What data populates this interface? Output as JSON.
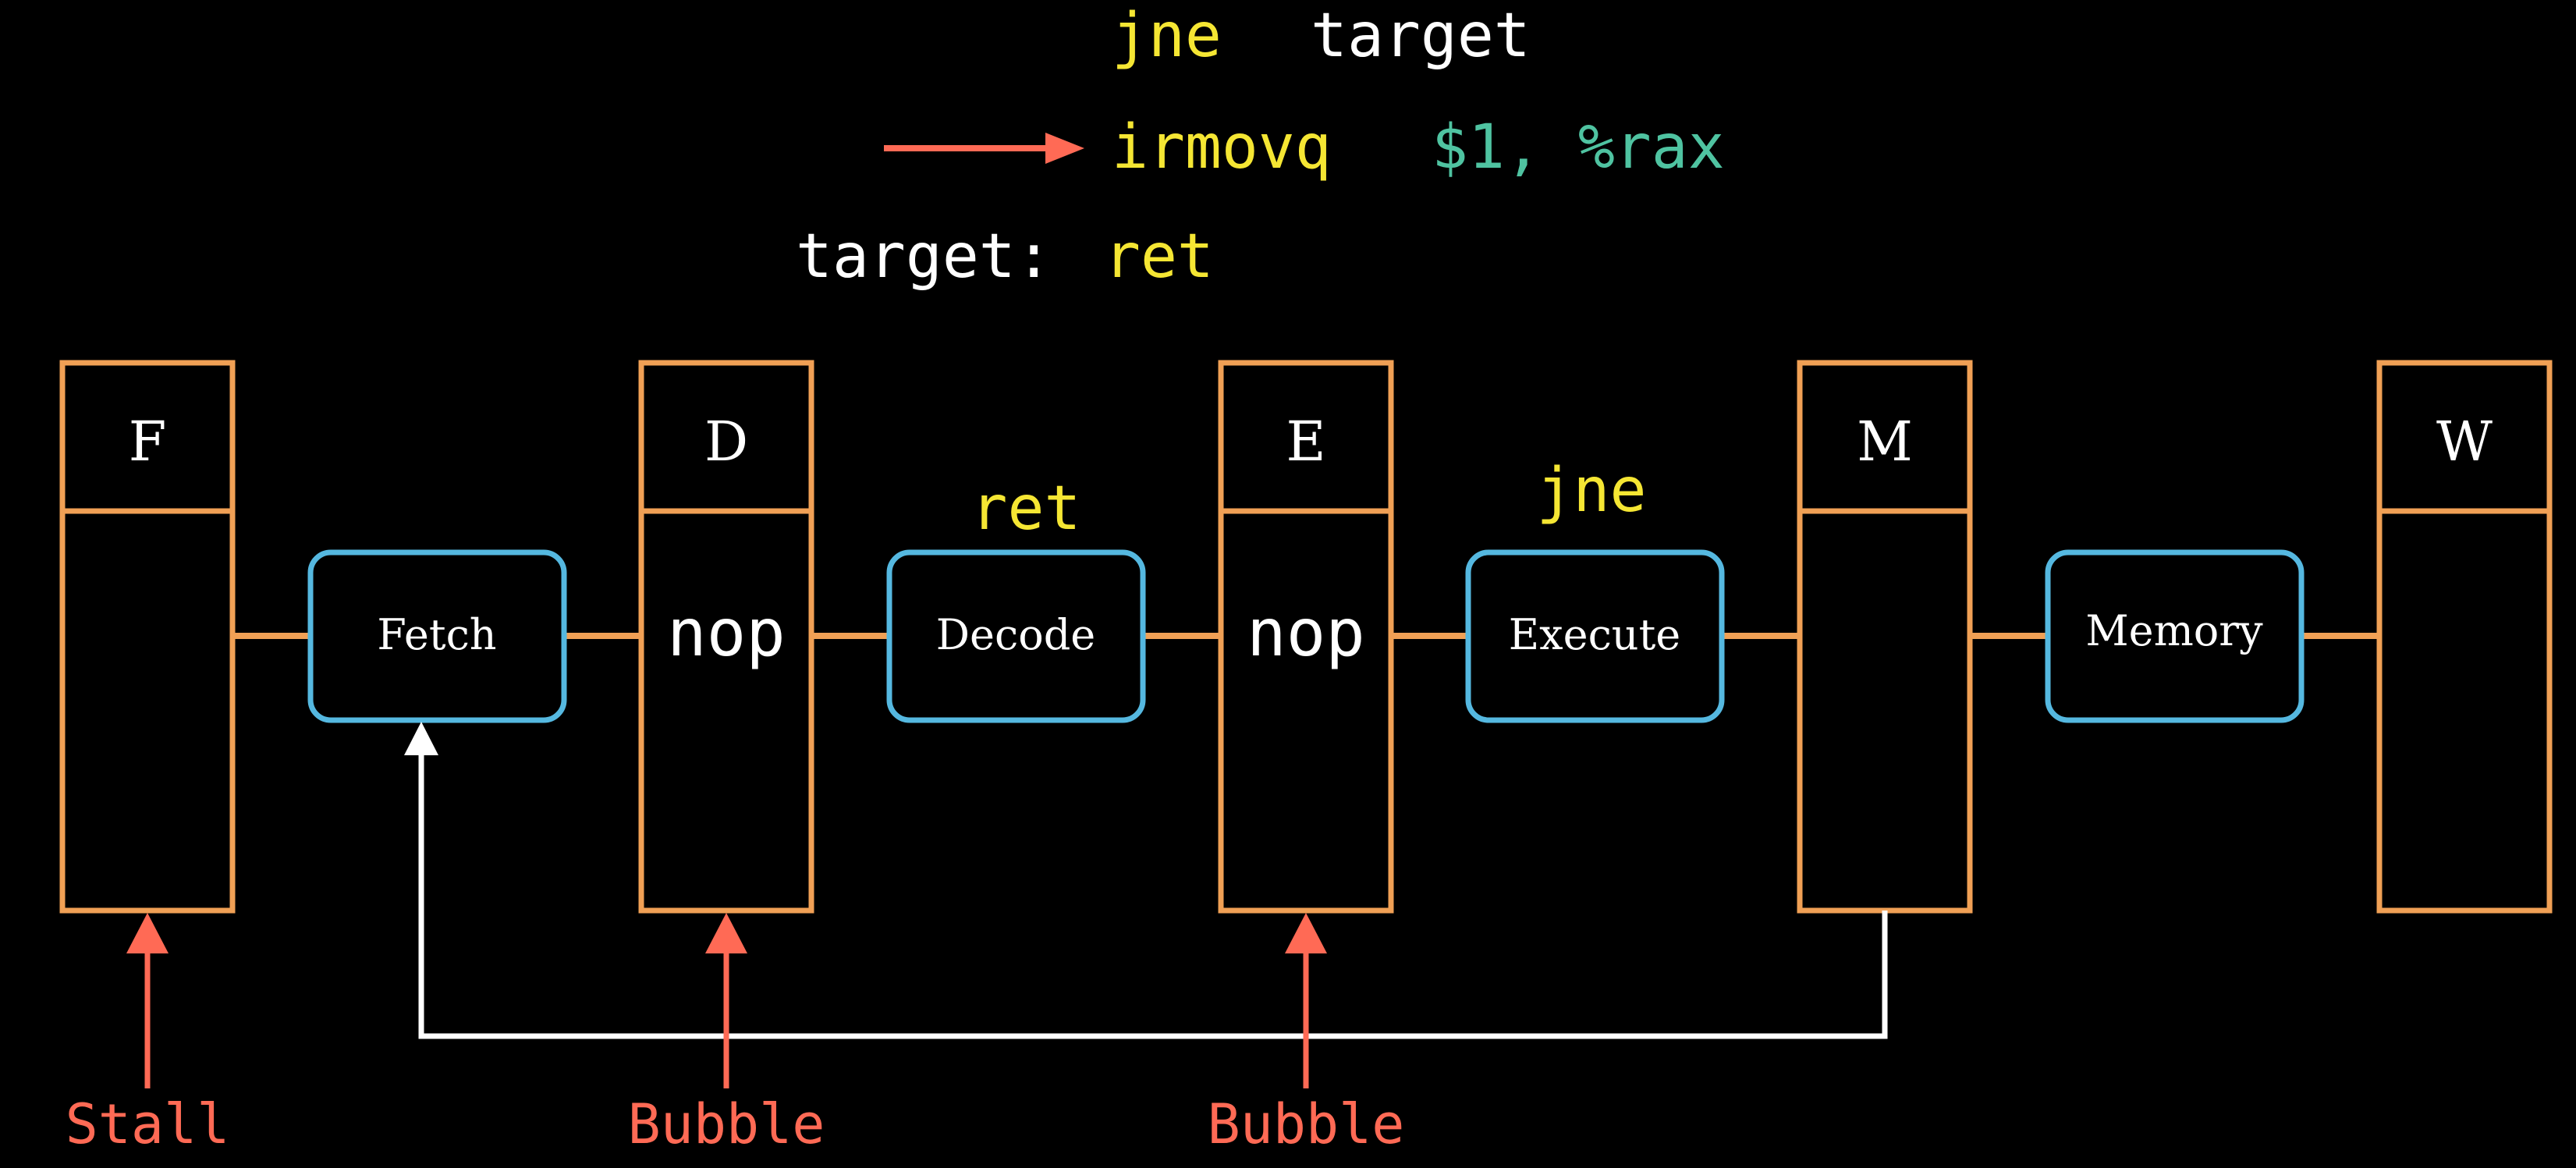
{
  "colors": {
    "background": "#000000",
    "code_keyword": "#f5e633",
    "code_plain": "#ffffff",
    "code_operand": "#4fc3a1",
    "pipeline_register": "#f0a055",
    "stage_box": "#55b8e0",
    "control_signal": "#ff6a55",
    "feedback_wire": "#ffffff"
  },
  "code": {
    "line1": {
      "op": "jne",
      "arg": "target"
    },
    "line2": {
      "op": "irmovq",
      "arg": "$1, %rax",
      "pc_arrow_icon": "right-arrow-icon"
    },
    "line3": {
      "label": "target:",
      "op": "ret"
    }
  },
  "registers": [
    {
      "id": "F",
      "label": "F",
      "content": ""
    },
    {
      "id": "D",
      "label": "D",
      "content": "nop"
    },
    {
      "id": "E",
      "label": "E",
      "content": "nop"
    },
    {
      "id": "M",
      "label": "M",
      "content": ""
    },
    {
      "id": "W",
      "label": "W",
      "content": ""
    }
  ],
  "stages": [
    {
      "id": "fetch",
      "label": "Fetch",
      "instruction": ""
    },
    {
      "id": "decode",
      "label": "Decode",
      "instruction": "ret"
    },
    {
      "id": "execute",
      "label": "Execute",
      "instruction": "jne"
    },
    {
      "id": "memory",
      "label": "Memory",
      "instruction": ""
    }
  ],
  "control_signals": [
    {
      "register": "F",
      "label": "Stall",
      "icon": "up-arrow-icon"
    },
    {
      "register": "D",
      "label": "Bubble",
      "icon": "up-arrow-icon"
    },
    {
      "register": "E",
      "label": "Bubble",
      "icon": "up-arrow-icon"
    }
  ],
  "feedback": {
    "from": "M",
    "to": "fetch",
    "icon": "up-arrow-icon"
  }
}
